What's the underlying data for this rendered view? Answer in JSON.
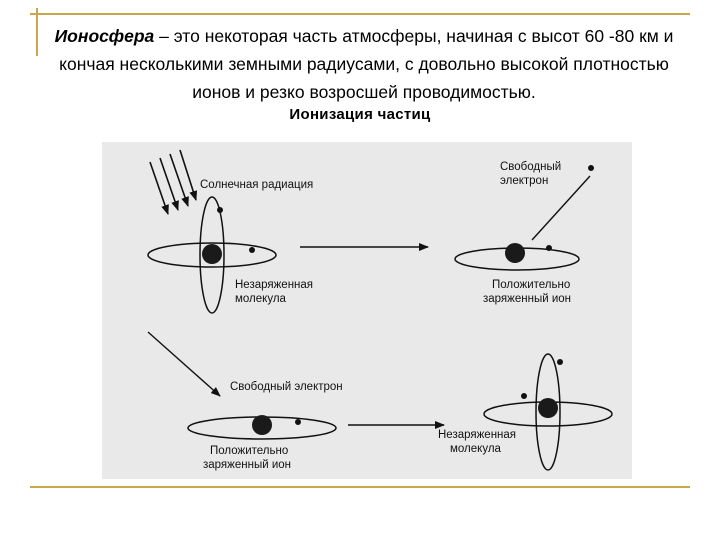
{
  "slide": {
    "intro_term": "Ионосфера",
    "intro_rest": " – это некоторая часть атмосферы, начиная с высот 60 -80 км и кончая несколькими земными радиусами, с довольно высокой плотностью ионов и резко возросшей проводимостью.",
    "subtitle": "Ионизация частиц"
  },
  "figure": {
    "solar_radiation": "Солнечная радиация",
    "free_electron_top_1": "Свободный",
    "free_electron_top_2": "электрон",
    "neutral_molecule_top_1": "Незаряженная",
    "neutral_molecule_top_2": "молекула",
    "positive_ion_top_1": "Положительно",
    "positive_ion_top_2": "заряженный ион",
    "free_electron_bottom": "Свободный электрон",
    "positive_ion_bottom_1": "Положительно",
    "positive_ion_bottom_2": "заряженный ион",
    "neutral_molecule_bottom_1": "Незаряженная",
    "neutral_molecule_bottom_2": "молекула"
  }
}
